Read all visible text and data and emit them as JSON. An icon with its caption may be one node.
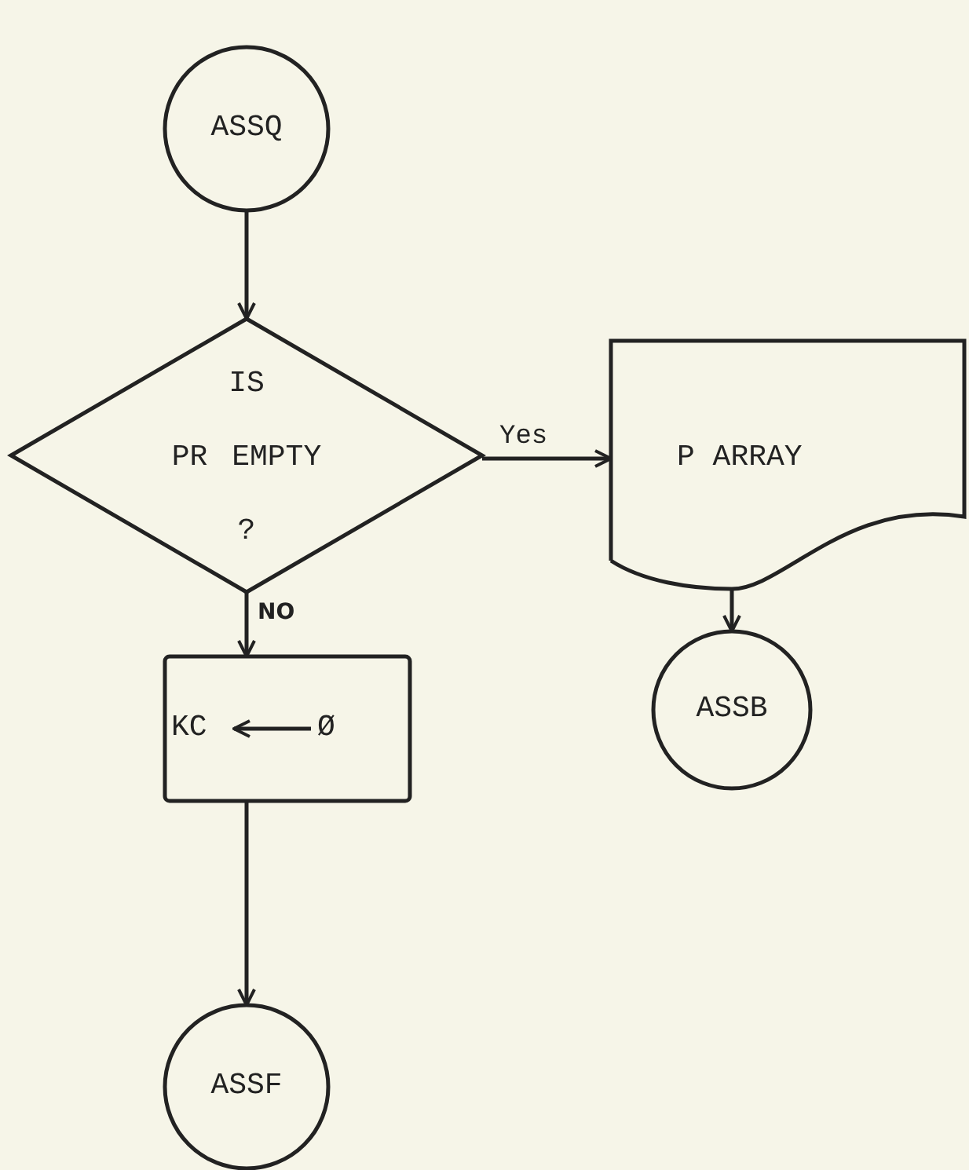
{
  "diagram": {
    "nodes": [
      {
        "text": [
          "ASSQ"
        ]
      },
      {
        "text": [
          "IS",
          "PR EMPTY",
          "?"
        ]
      },
      {
        "text": [
          "P ARRAY"
        ]
      },
      {
        "text": [
          "KC",
          "Ø"
        ]
      },
      {
        "text": [
          "ASSB"
        ]
      },
      {
        "text": [
          "ASSF"
        ]
      }
    ],
    "edges": [
      {
        "from": 0,
        "to": 1,
        "arrow": "to"
      },
      {
        "from": 1,
        "to": 2,
        "arrow": "to",
        "label": "Yes"
      },
      {
        "from": 1,
        "to": 3,
        "arrow": "to",
        "label": "NO"
      },
      {
        "from": 2,
        "to": 4,
        "arrow": "to"
      },
      {
        "from": 3,
        "to": 5,
        "arrow": "to"
      }
    ]
  }
}
